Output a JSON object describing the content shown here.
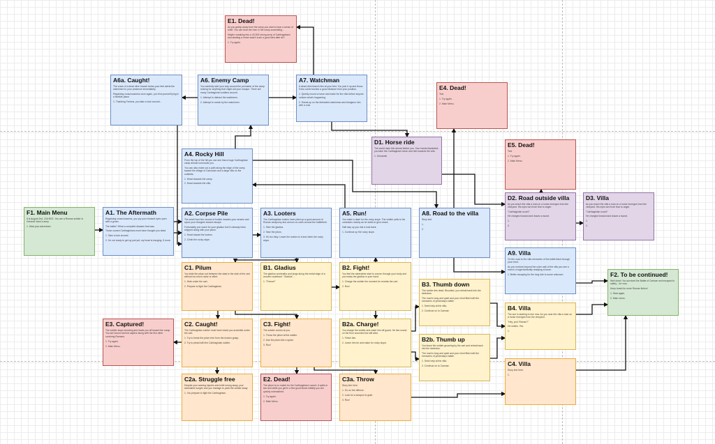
{
  "colors": {
    "blue": {
      "fill": "#dae8fc",
      "stroke": "#6c8ebf"
    },
    "orange": {
      "fill": "#ffe6cc",
      "stroke": "#e8ac3c"
    },
    "yellow": {
      "fill": "#fff2cc",
      "stroke": "#d6b656"
    },
    "red": {
      "fill": "#f8cecc",
      "stroke": "#b85450"
    },
    "purple": {
      "fill": "#e1d5e7",
      "stroke": "#9673a6"
    },
    "green": {
      "fill": "#d5e8d4",
      "stroke": "#82b366"
    }
  },
  "nodes": [
    {
      "id": "E1",
      "title": "E1. Dead!",
      "color": "red",
      "body": [
        "As you gallop away from the camp you start to hear a sense of relief. You can hear the men in the camp scrambling...",
        "Maybe sneaking into a 40,000 strong army of Carthaginians and stealing a horse wasn't such a good idea after all?"
      ],
      "options": [
        "1. Try again."
      ]
    },
    {
      "id": "A6a",
      "title": "A6a. Caught!",
      "color": "blue",
      "body": [
        "The crack of a dead olive branch below your feet alerts the watchmen to your presence immediately.",
        "Regaining consciousness once again, you find yourself lying in a familiar place."
      ],
      "options": [
        "1. Thanking Fortuna, you take a look around..."
      ]
    },
    {
      "id": "A6",
      "title": "A6. Enemy Camp",
      "color": "blue",
      "body": [
        "You carefully skirt your way around the perimeter of the camp looking for anything that might aid your escape. There are many Carthaginian soldiers around."
      ],
      "options": [
        "1. Attempt to distract the watchmen.",
        "2. Attempt to sneak by the watchmen."
      ]
    },
    {
      "id": "A7",
      "title": "A7. Watchman",
      "color": "blue",
      "body": [
        "A dead olive branch lies at your feet. You pick it up and throw it into some bushes a good distance from your position."
      ],
      "options": [
        "1. Quietly mount a horse and make for the villa before anyone notices what's happening.",
        "2. Sneak up on the distracted watchman and bludgeon him with a rock."
      ]
    },
    {
      "id": "E4",
      "title": "E4. Dead!",
      "color": "red",
      "body": [
        "Text"
      ],
      "options": [
        "1. Try again.",
        "2. Main Menu."
      ]
    },
    {
      "id": "D1",
      "title": "D1. Horse ride",
      "color": "purple",
      "body": [
        "The world rises thin ahead before you. Your hands blanketed, you take the Carthaginian horse and ride towards the villa."
      ],
      "options": [
        "1. Onwards!"
      ]
    },
    {
      "id": "E5",
      "title": "E5. Dead!",
      "color": "red",
      "body": [
        "Text"
      ],
      "options": [
        "1. Try again.",
        "2. Main Menu."
      ]
    },
    {
      "id": "A4",
      "title": "A4. Rocky Hill",
      "color": "blue",
      "body": [
        "From the top of the hill you can see that a huge Carthaginian camp almost surrounds you.",
        "You can also make out a path along the edge of the camp toward the village of Canusium and a large villa on the outskirts."
      ],
      "options": [
        "1. Head towards the camp.",
        "2. Head towards the villa."
      ]
    },
    {
      "id": "D2",
      "title": "D2. Road outside villa",
      "color": "purple",
      "body": [
        "As you reach the villa a man on a horse emerges from the vineyard. His eyes turn from fear to anger.",
        "\"Carthaginian scum!\"",
        "He charges forward and draws a sword."
      ],
      "options": [
        "1.",
        "2."
      ]
    },
    {
      "id": "D3",
      "title": "D3. Villa",
      "color": "purple",
      "body": [
        "As you reach the villa a man on a horse emerges from the vineyard. His eyes turn from fear to anger.",
        "\"Carthaginian scum!\"",
        "He charges forward and draws a sword."
      ],
      "options": [
        "1.",
        "2."
      ]
    },
    {
      "id": "F1",
      "title": "F1. Main Menu",
      "color": "green",
      "body": [
        "It is August 2nd, 216 BCE. You are a Roman soldier in General Varro's army."
      ],
      "options": [
        "1. Start your adventure."
      ]
    },
    {
      "id": "A1",
      "title": "A1. The Aftermath",
      "color": "blue",
      "body": [
        "Regaining consciousness, you pry your bruised eyes open with a groan.",
        "The battle? What a complete disaster that was.",
        "Those cursed Carthaginians must have thought you dead."
      ],
      "options": [
        "1. Take a look around.",
        "2. I'm not ready to get up just yet; my head is banging. 5 more."
      ]
    },
    {
      "id": "A2",
      "title": "A2. Corpse Pile",
      "color": "blue",
      "body": [
        "The smell from the mound of bodies invades your senses and spurs your thoughts toward escape.",
        "Fortunately you reach for your gladius but it's already been stripped along with your pilum."
      ],
      "options": [
        "1. Head toward the looters.",
        "2. Climb the rocky slope."
      ]
    },
    {
      "id": "A3",
      "title": "A3. Looters",
      "color": "blue",
      "body": [
        "The Carthaginian looters have piled up a good amount of Roman weaponry and armour on carts around the battlefield."
      ],
      "options": [
        "1. Take the gladius.",
        "2. Take the pilum.",
        "3. It's too risky. Leave the looters to it and climb the rocky slope."
      ]
    },
    {
      "id": "A5",
      "title": "A5. Run!",
      "color": "blue",
      "body": [
        "You make a dash for the rocky slope. The soldier yells to his comrades nearby as he starts to give chase.",
        "Half way up you risk a look back."
      ],
      "options": [
        "1. Continue up the rocky slope."
      ]
    },
    {
      "id": "A8",
      "title": "A8. Road to the villa",
      "color": "blue",
      "body": [
        "Story text"
      ],
      "options": [
        "1.",
        "2."
      ]
    },
    {
      "id": "A9",
      "title": "A9. Villa",
      "color": "blue",
      "body": [
        "On the road to the villa memories of the battle flash through your mind.",
        "As you venture beyond the outer wall of the villa you see a man in a toga frantically readying a horse."
      ],
      "options": [
        "1. Better escaping for the long ride to some unknown."
      ]
    },
    {
      "id": "F2",
      "title": "F2. To be continued!",
      "color": "green",
      "body": [
        "Well done! You survived the Battle of Cannae and escaped to safety... for now.",
        "Keep tuned for more Roman fiction!"
      ],
      "options": [
        "1. Start again.",
        "2. Main menu."
      ]
    },
    {
      "id": "C1",
      "title": "C1. Pilum",
      "color": "orange",
      "body": [
        "You slide the pilum out between the slats in the side of the cart without too much noise or effort."
      ],
      "options": [
        "1. Hide under the cart.",
        "2. Prepare to fight the Carthaginian."
      ]
    },
    {
      "id": "B1",
      "title": "B1. Gladius",
      "color": "yellow",
      "body": [
        "The gladius unsheaths and sings along the metal edge of a wooden scabbard. \"Gladius\"..."
      ],
      "options": [
        "1. \"Freeze!\""
      ]
    },
    {
      "id": "B2",
      "title": "B2. Fight!",
      "color": "yellow",
      "body": [
        "You feel the adrenaline start to course through your body and you ready the gladius in your hand."
      ],
      "options": [
        "1. Charge the soldier the moment he reveals the cart.",
        "2. Run!"
      ]
    },
    {
      "id": "B3",
      "title": "B3. Thumb down",
      "color": "yellow",
      "body": [
        "The soldier lies dead. Bloodied, you retreat back into the darkness.",
        "The road is long and quiet and your mind filled with the memories of yesterday's battle."
      ],
      "options": [
        "1. Seek help at the villa.",
        "2. Continue on to Cannae."
      ]
    },
    {
      "id": "B4",
      "title": "B4. Villa",
      "color": "yellow",
      "body": [
        "The sun is starting to rise now. As you near the villa a man on a horse emerges from the vineyard.",
        "\"Hey, you! Roman?\"",
        "He smiles. Yes."
      ],
      "options": [
        "1."
      ]
    },
    {
      "id": "E3",
      "title": "E3. Captured!",
      "color": "red",
      "body": [
        "The soldier stops shouting and leads you off toward the camp. You are bound and led captive along with the few other surviving Romans."
      ],
      "options": [
        "1. Try again.",
        "2. Main Menu."
      ]
    },
    {
      "id": "C2",
      "title": "C2. Caught!",
      "color": "orange",
      "body": [
        "The Carthaginian soldier must have heard you scramble under the cart."
      ],
      "options": [
        "1. Try to break the pilum free from the broken grasp.",
        "2. Try to plead with the Carthaginian soldier."
      ]
    },
    {
      "id": "C3",
      "title": "C3. Fight!",
      "color": "orange",
      "body": [
        "The soldier comes at you."
      ],
      "options": [
        "1. Throw the pilum at the soldier.",
        "2. Use the pilum like a spear.",
        "3. Run!"
      ]
    },
    {
      "id": "B2a",
      "title": "B2a. Charge!",
      "color": "yellow",
      "body": [
        "You charge the soldier and catch him off guard. He lies sound on the floor wounded but still alive."
      ],
      "options": [
        "1. Finish him.",
        "2. Leave him be and make for rocky slope."
      ]
    },
    {
      "id": "B2b",
      "title": "B2b. Thumb up",
      "color": "yellow",
      "body": [
        "You leave the soldier groaning by the cart and retreat back into the darkness.",
        "The road is long and quiet and your mind filled with the memories of yesterday's battle."
      ],
      "options": [
        "1. Seek help at the villa.",
        "2. Continue on to Cannae."
      ]
    },
    {
      "id": "C4",
      "title": "C4. Villa",
      "color": "orange",
      "body": [
        "Story text here."
      ],
      "options": [
        "1."
      ]
    },
    {
      "id": "C2a",
      "title": "C2a. Struggle free",
      "color": "orange",
      "body": [
        "Despite your searing injuries and knife wrung away, your adrenaline surges and you manage to yank the soldier away."
      ],
      "options": [
        "1. You prepare to fight the Carthaginian."
      ]
    },
    {
      "id": "E2",
      "title": "E2. Dead!",
      "color": "red",
      "body": [
        "The pilum is no match for the Carthaginian's sword. It splits in two and while you get in a few good blows initially you are quickly outmatched."
      ],
      "options": [
        "1. Try again.",
        "2. Main Menu."
      ]
    },
    {
      "id": "C3a",
      "title": "C3a. Throw",
      "color": "orange",
      "body": [
        "Story line here."
      ],
      "options": [
        "1. Go on the offence.",
        "2. Look for a weapon to grab.",
        "3. Run!"
      ]
    }
  ]
}
